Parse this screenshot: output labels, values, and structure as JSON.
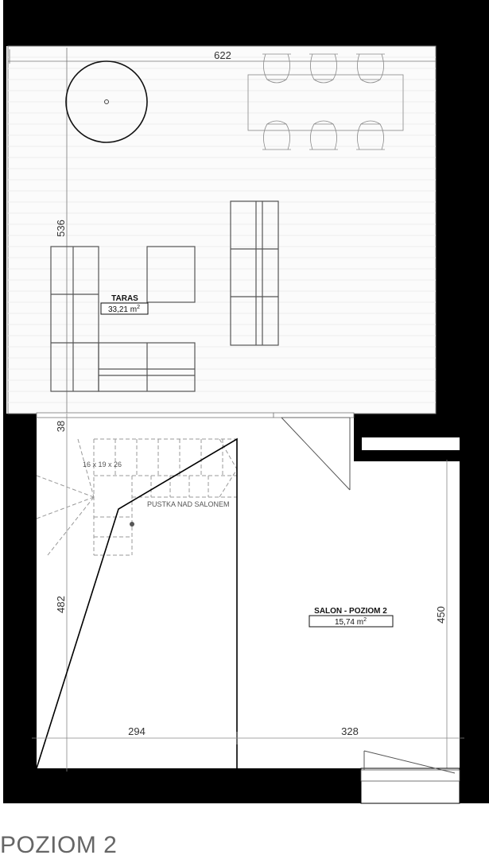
{
  "plan_title": "POZIOM 2",
  "rooms": [
    {
      "name": "TARAS",
      "area": "33,21 m",
      "area_unit_sup": "2"
    },
    {
      "name": "SALON - POZIOM 2",
      "area": "15,74 m",
      "area_unit_sup": "2"
    }
  ],
  "dimensions": {
    "terrace_width": "622",
    "terrace_depth": "536",
    "gap": "38",
    "left_depth": "482",
    "right_depth": "450",
    "bottom_left": "294",
    "bottom_right": "328"
  },
  "notes": {
    "stairs": "16 x 19 x 26",
    "void": "PUSTKA NAD SALONEM"
  }
}
